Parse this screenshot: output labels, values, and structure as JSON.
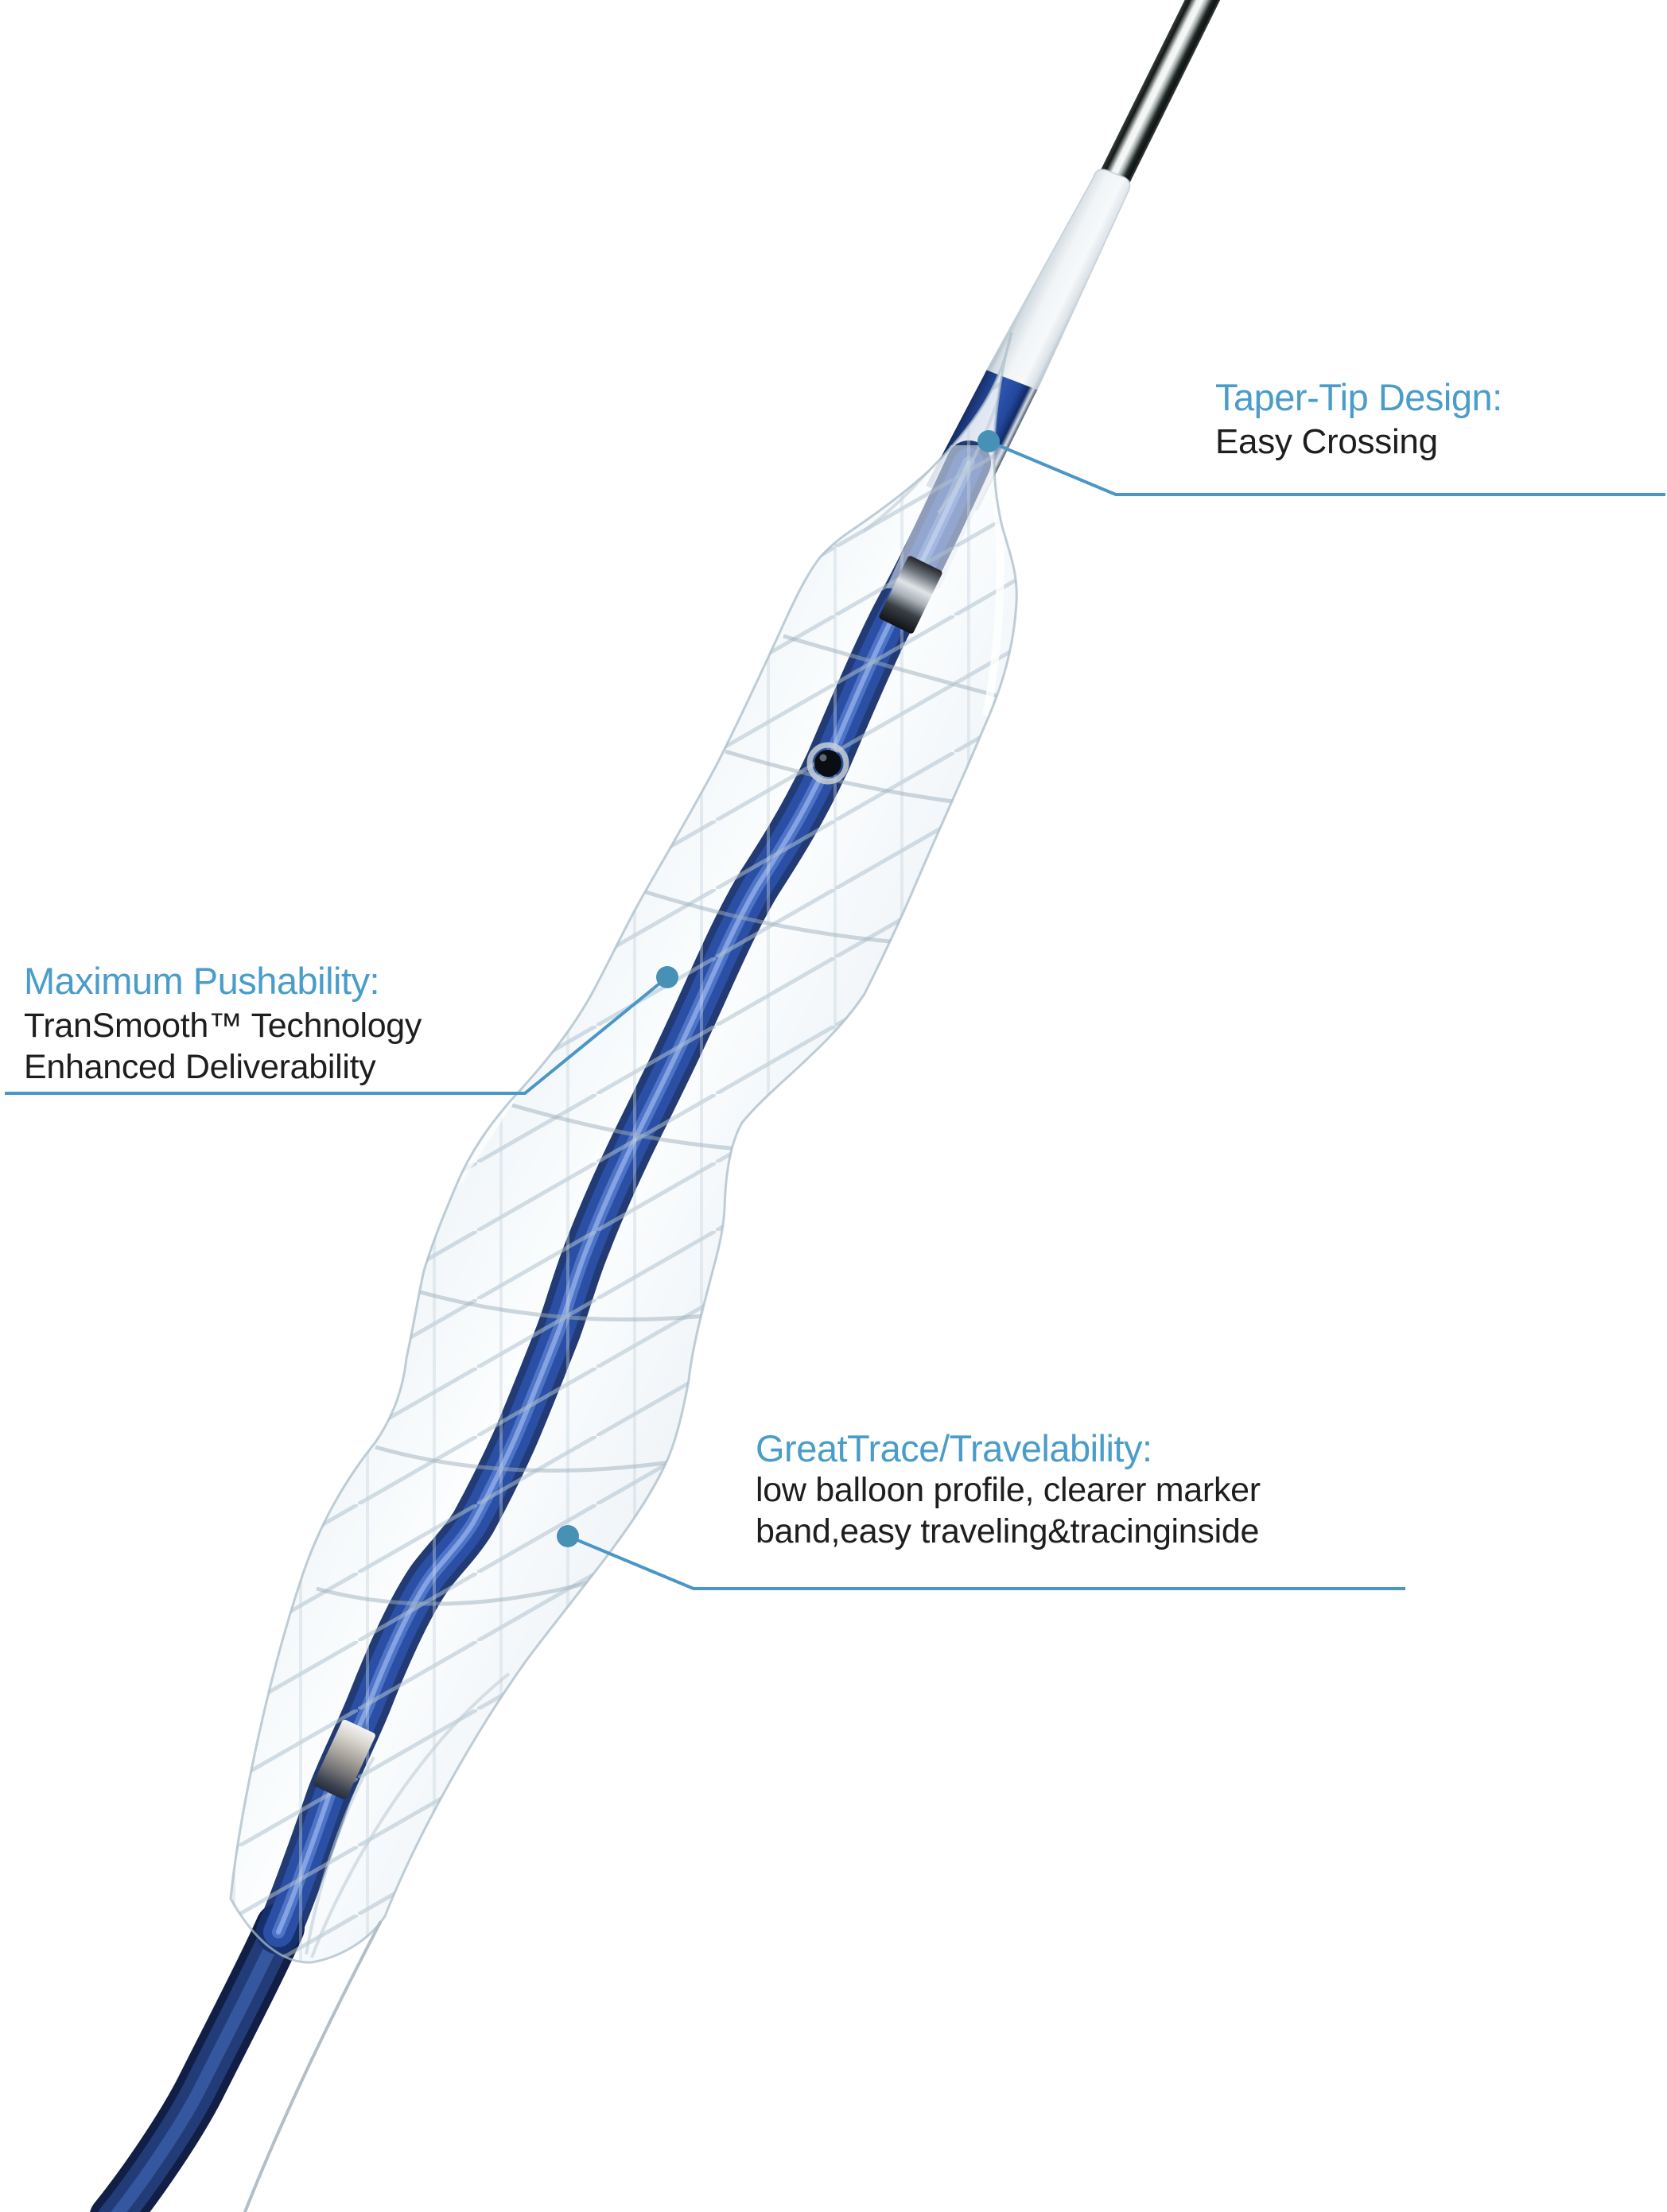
{
  "annotations": {
    "taper_tip": {
      "title": "Taper-Tip Design:",
      "line1": "Easy Crossing"
    },
    "pushability": {
      "title": "Maximum Pushability:",
      "line1": "TranSmooth™ Technology",
      "line2": "Enhanced Deliverability"
    },
    "travelability": {
      "title": "GreatTrace/Travelability:",
      "line1": "low balloon profile, clearer marker",
      "line2": "band,easy traveling&tracinginside"
    }
  },
  "colors": {
    "accent_heading": "#4a9cc9",
    "leader_line": "#4a96c6",
    "callout_dot": "#4691b5",
    "body_text": "#1e1e1e",
    "catheter_blue": "#2c55ae",
    "catheter_navy": "#18316f",
    "balloon_tint": "#eef3f7",
    "stent_mesh": "#b0c2ce",
    "background": "#ffffff"
  }
}
